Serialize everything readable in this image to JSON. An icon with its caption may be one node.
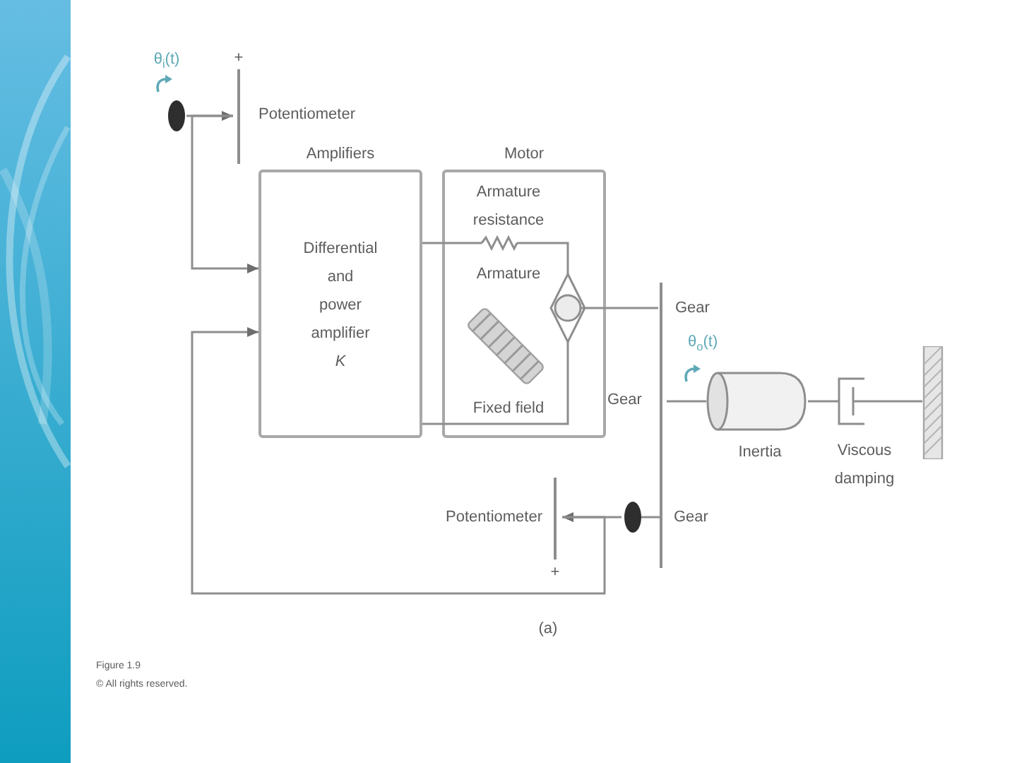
{
  "diagram": {
    "nodes": [
      {
        "text": [
          "θ$_{i}$(t)"
        ]
      },
      {
        "text": [
          "+"
        ],
        "beside": [
          "Potentiometer"
        ]
      },
      {
        "text": [
          "Amplifiers",
          "Differential and power amplifier *K*"
        ]
      },
      {
        "text": [
          "Motor",
          "Armature resistance",
          "Armature",
          "Fixed field"
        ]
      },
      {
        "text": [
          "Gear"
        ]
      },
      {
        "text": [
          "Gear"
        ]
      },
      {
        "text": [
          "Inertia"
        ]
      },
      {
        "text": [
          "Viscous damping"
        ]
      },
      {
        "text": [],
        "shape": "box"
      },
      {
        "text": [
          "Gear"
        ]
      },
      {
        "text": [
          "+"
        ],
        "beside": [
          "Potentiometer"
        ]
      }
    ],
    "edges": [
      {
        "from": 0,
        "to": 1,
        "arrow": "to"
      },
      {
        "from": 1,
        "to": 2,
        "arrow": "to"
      },
      {
        "from": 2,
        "to": 3,
        "arrow": "none"
      },
      {
        "from": 2,
        "to": 3,
        "arrow": "none"
      },
      {
        "from": 3,
        "to": 4,
        "arrow": "none"
      },
      {
        "from": 5,
        "to": 6,
        "arrow": "none"
      },
      {
        "from": 6,
        "to": 7,
        "arrow": "none"
      },
      {
        "from": 7,
        "to": 8,
        "arrow": "none"
      },
      {
        "from": 9,
        "to": 10,
        "arrow": "to"
      },
      {
        "from": 10,
        "to": 2,
        "arrow": "to"
      }
    ],
    "labels": [
      "θ$_{o}$(t)",
      "(a)",
      "Figure 1.9",
      "© All rights reserved."
    ]
  }
}
